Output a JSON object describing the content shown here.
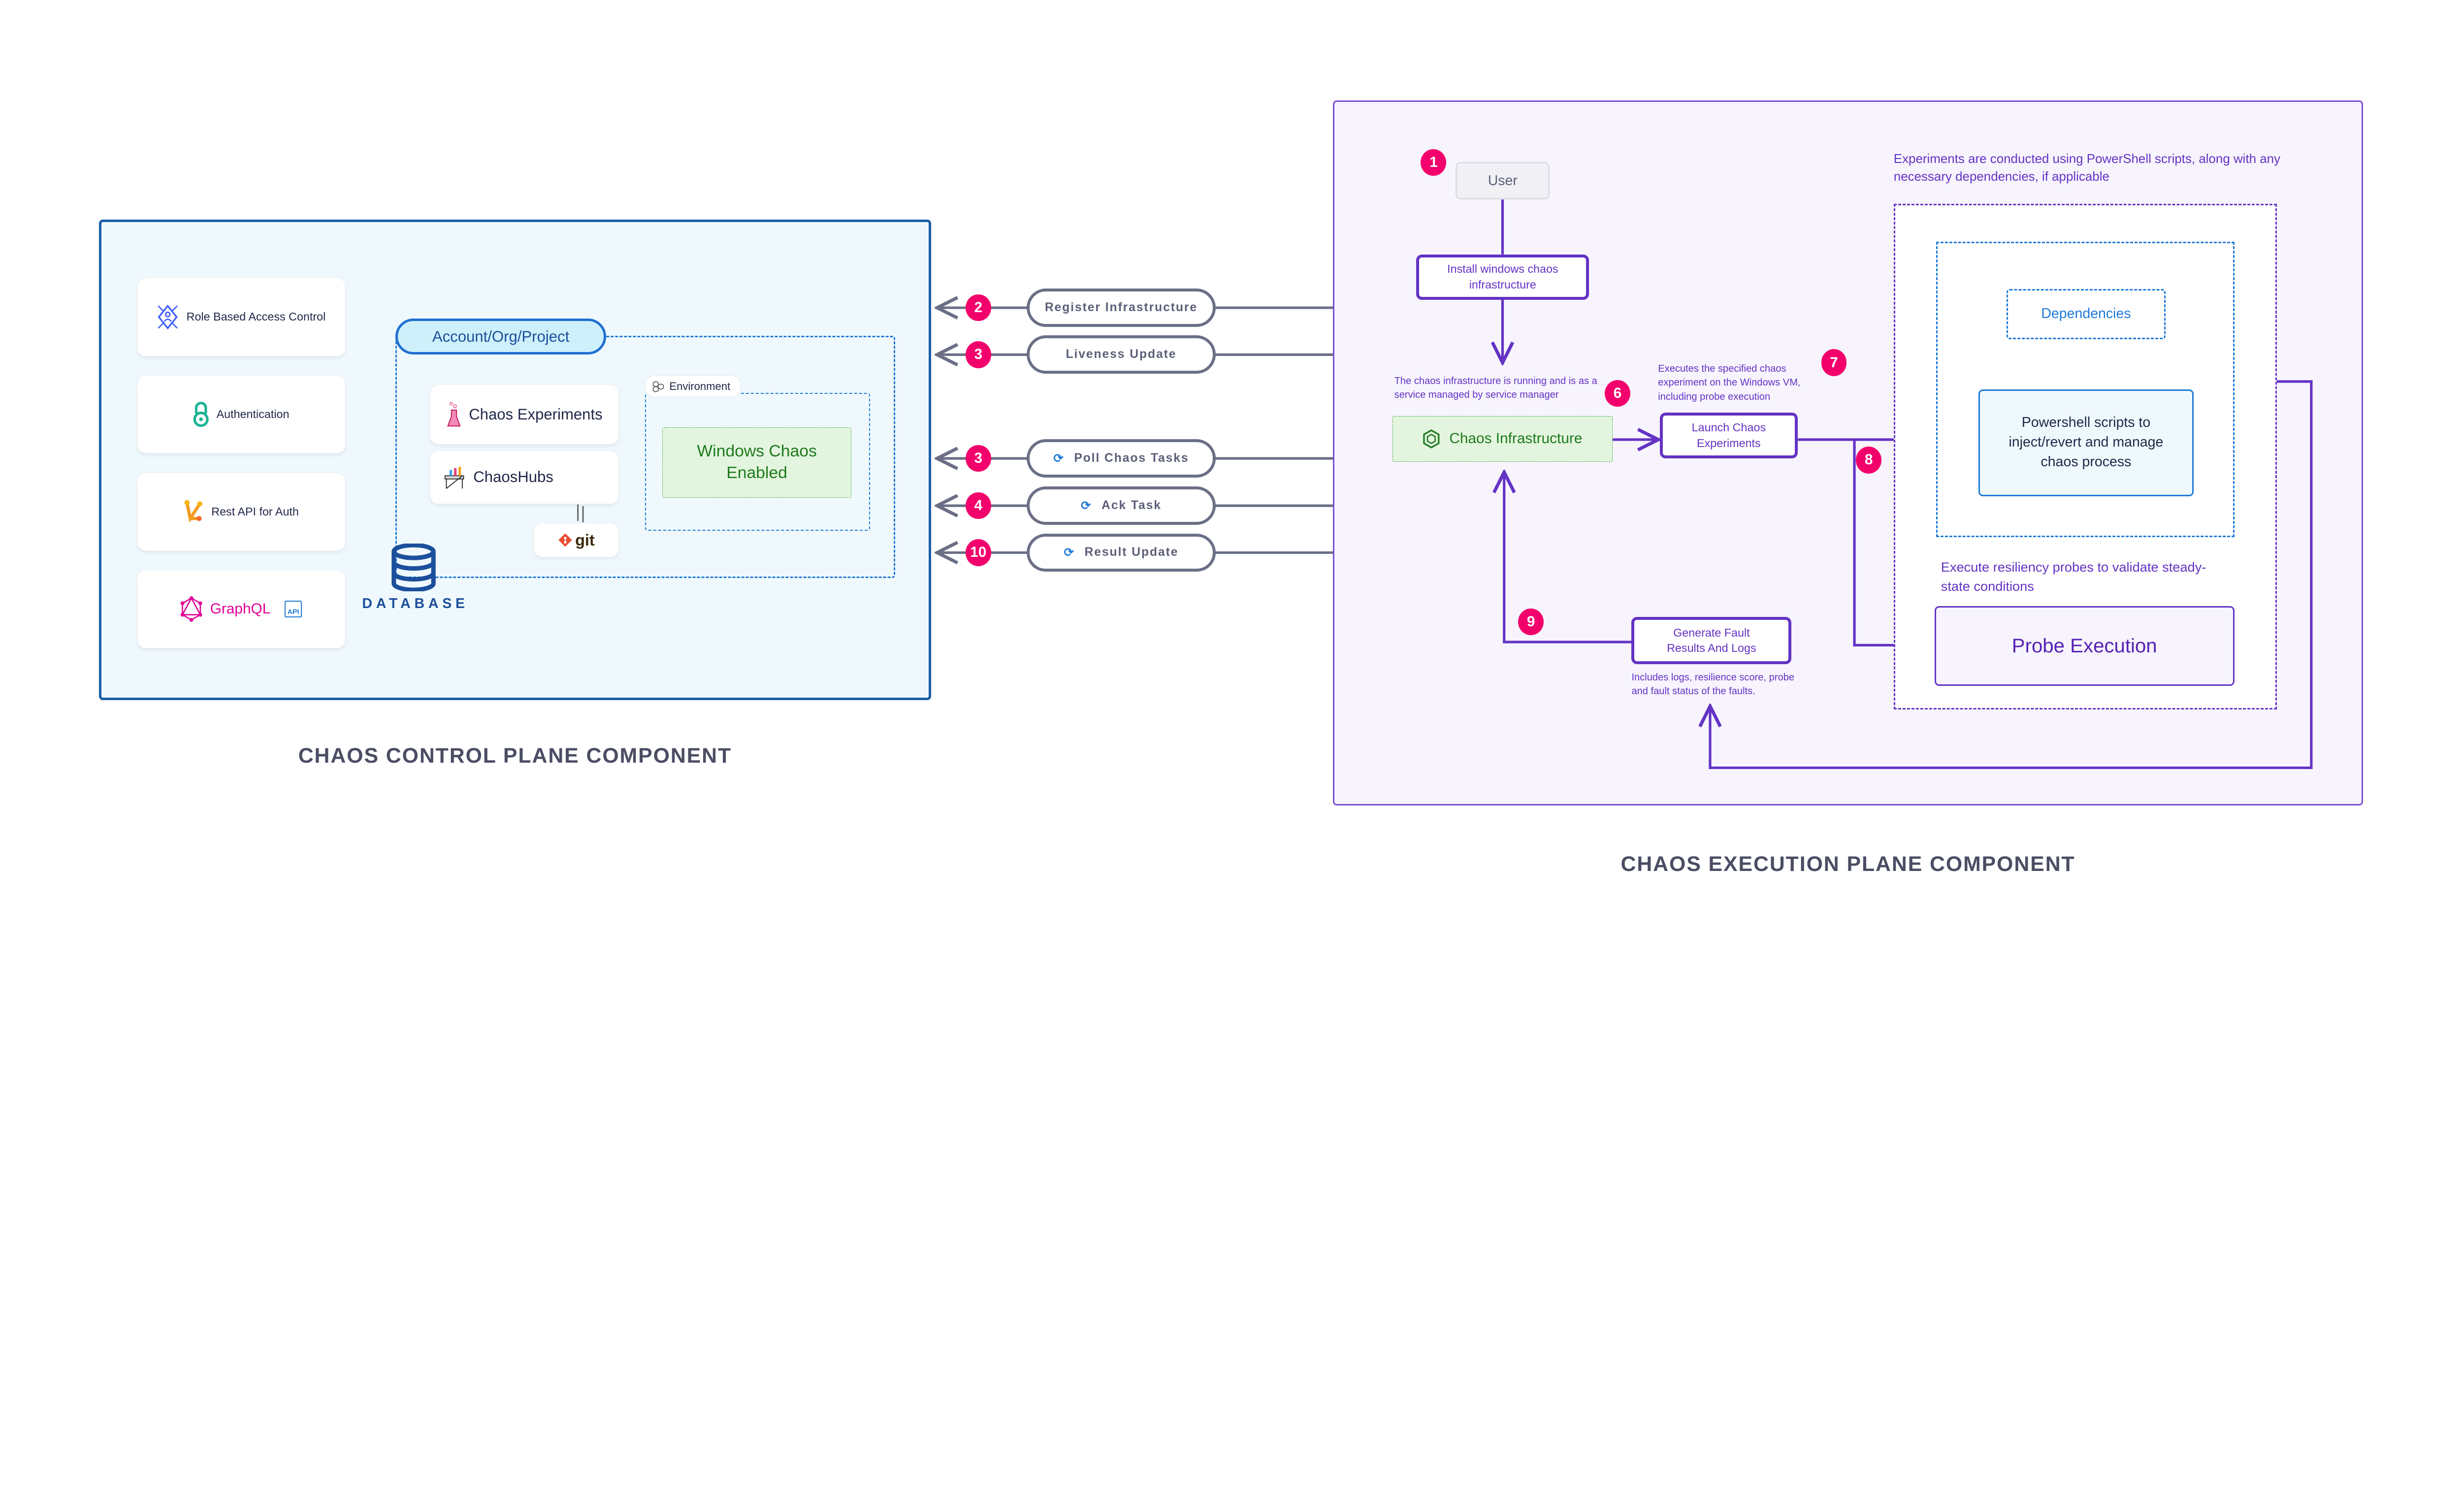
{
  "control_plane": {
    "title": "CHAOS CONTROL PLANE COMPONENT",
    "cards": [
      {
        "label": "Role Based Access Control",
        "icon": "rbac-icon"
      },
      {
        "label": "Authentication",
        "icon": "auth-lock-icon"
      },
      {
        "label": "Rest API for Auth",
        "icon": "rest-api-icon"
      },
      {
        "label": "GraphQL",
        "icon": "graphql-icon",
        "extra": "API"
      }
    ],
    "account_label": "Account/Org/Project",
    "chaos_experiments": "Chaos Experiments",
    "chaoshubs": "ChaosHubs",
    "git": "git",
    "environment": "Environment",
    "windows_chaos": "Windows Chaos Enabled",
    "database": "DATABASE"
  },
  "connectors": [
    {
      "step": "2",
      "label": "Register Infrastructure",
      "icon": ""
    },
    {
      "step": "3",
      "label": "Liveness Update",
      "icon": ""
    },
    {
      "step": "3",
      "label": "Poll Chaos Tasks",
      "icon": "sync-icon"
    },
    {
      "step": "4",
      "label": "Ack Task",
      "icon": "sync-icon"
    },
    {
      "step": "10",
      "label": "Result Update",
      "icon": "sync-icon"
    }
  ],
  "execution_plane": {
    "title": "CHAOS EXECUTION PLANE COMPONENT",
    "user": "User",
    "install": "Install windows chaos infrastructure",
    "infra_note": "The chaos infrastructure is running and is as a service managed by service manager",
    "chaos_infrastructure": "Chaos Infrastructure",
    "launch": "Launch Chaos Experiments",
    "launch_note": "Executes the specified chaos experiment on the Windows VM, including probe execution",
    "experiments_note": "Experiments are conducted using PowerShell scripts, along with any necessary dependencies, if applicable",
    "dependencies": "Dependencies",
    "powershell": "Powershell scripts to inject/revert and manage chaos process",
    "probes_note": "Execute resiliency probes to validate steady-state conditions",
    "probe_execution": "Probe Execution",
    "generate": "Generate Fault Results And Logs",
    "generate_note": "Includes logs, resilience score, probe and fault status of the faults.",
    "steps": {
      "user": "1",
      "infra": "6",
      "launch": "7",
      "probe": "8",
      "results": "9"
    }
  },
  "colors": {
    "badge": "#f2006b",
    "purple": "#6333c4",
    "blue": "#1c5ea8",
    "green": "#1e7a1e",
    "connector": "#6b6f86"
  }
}
